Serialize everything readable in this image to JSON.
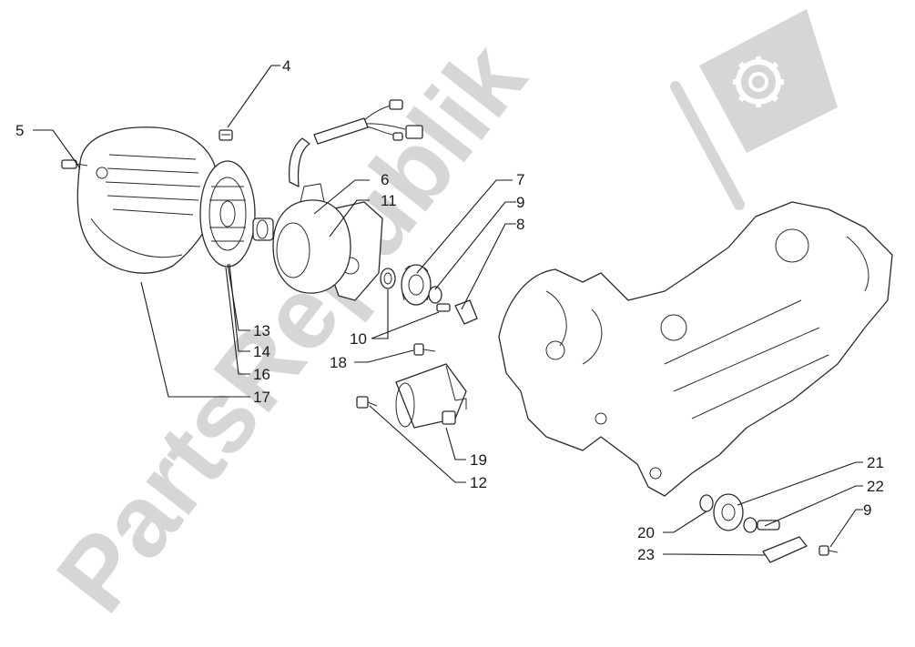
{
  "watermark": {
    "text": "PartsRepublik",
    "color": "#d6d6d6",
    "logo_icon": "gear-flag-icon"
  },
  "callouts": {
    "c4": "4",
    "c5": "5",
    "c6": "6",
    "c7": "7",
    "c8": "8",
    "c9a": "9",
    "c9b": "9",
    "c10": "10",
    "c11": "11",
    "c12": "12",
    "c13": "13",
    "c14": "14",
    "c16": "16",
    "c17": "17",
    "c18": "18",
    "c19": "19",
    "c20": "20",
    "c21": "21",
    "c22": "22",
    "c23": "23"
  }
}
